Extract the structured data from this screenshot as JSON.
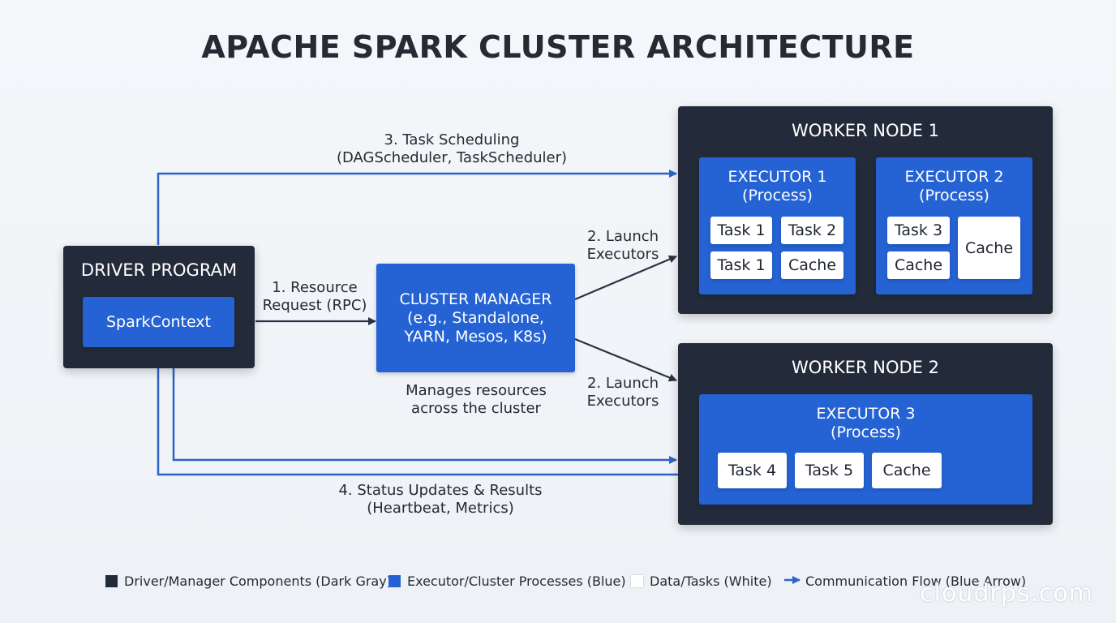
{
  "title": "APACHE SPARK CLUSTER ARCHITECTURE",
  "driver": {
    "title": "DRIVER PROGRAM",
    "context": "SparkContext"
  },
  "cluster_manager": {
    "line1": "CLUSTER MANAGER",
    "line2": "(e.g., Standalone,",
    "line3": "YARN, Mesos, K8s)",
    "caption_line1": "Manages resources",
    "caption_line2": "across the cluster"
  },
  "worker1": {
    "title": "WORKER NODE 1",
    "executor1": {
      "name": "EXECUTOR 1",
      "sub": "(Process)",
      "cells": [
        "Task 1",
        "Task 2",
        "Task 1",
        "Cache"
      ]
    },
    "executor2": {
      "name": "EXECUTOR 2",
      "sub": "(Process)",
      "cells": [
        "Task 3",
        "Cache",
        "Cache"
      ]
    }
  },
  "worker2": {
    "title": "WORKER NODE 2",
    "executor3": {
      "name": "EXECUTOR 3",
      "sub": "(Process)",
      "cells": [
        "Task 4",
        "Task 5",
        "Cache"
      ]
    }
  },
  "flows": {
    "resource_line1": "1. Resource",
    "resource_line2": "Request (RPC)",
    "launch1_line1": "2. Launch",
    "launch1_line2": "Executors",
    "launch2_line1": "2. Launch",
    "launch2_line2": "Executors",
    "scheduling_line1": "3. Task Scheduling",
    "scheduling_line2": "(DAGScheduler, TaskScheduler)",
    "status_line1": "4. Status Updates & Results",
    "status_line2": "(Heartbeat, Metrics)"
  },
  "legend": {
    "dark": "Driver/Manager Components (Dark Gray)",
    "blue": "Executor/Cluster Processes (Blue)",
    "white": "Data/Tasks (White)",
    "arrow": "Communication Flow (Blue Arrow)"
  },
  "colors": {
    "dark_component": "#232b3a",
    "blue_process": "#2563d4",
    "task_white": "#ffffff",
    "arrow_blue": "#2c63c9",
    "arrow_dark": "#2a3344"
  },
  "watermark": "cloudrps.com"
}
